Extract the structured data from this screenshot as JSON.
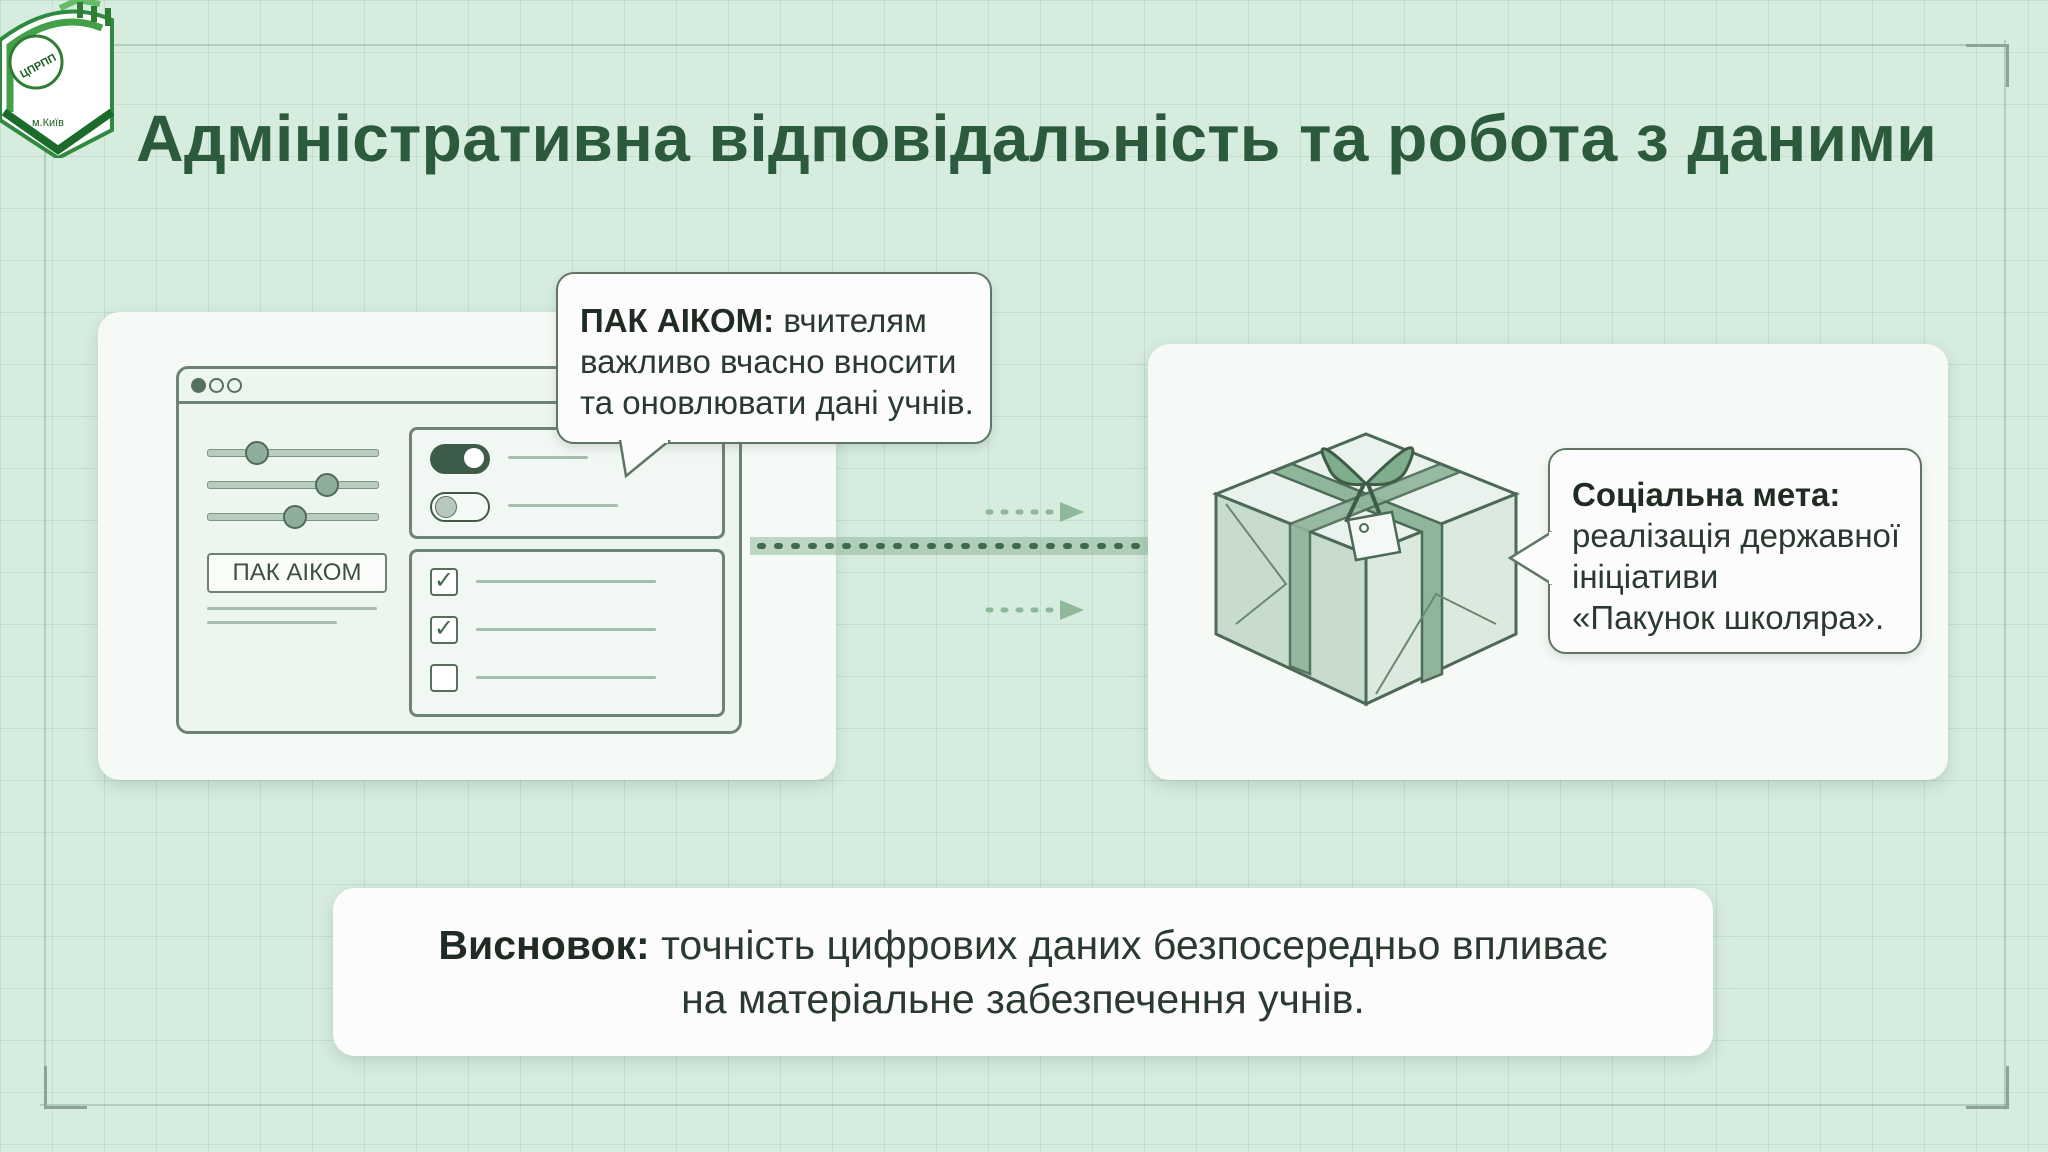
{
  "logo": {
    "circle_text": "ЦПРПП",
    "city_text": "м.Київ"
  },
  "title": "Адміністративна відповідальність та робота з даними",
  "left_bubble": {
    "bold": "ПАК АІКОМ:",
    "text_1": "вчителям",
    "text_2": "важливо вчасно вносити",
    "text_3": "та оновлювати дані учнів."
  },
  "app_window": {
    "button_label": "ПАК АІКОМ"
  },
  "right_bubble": {
    "bold": "Соціальна мета:",
    "text_1": "реалізація державної",
    "text_2": "ініціативи",
    "text_3": "«Пакунок школяра»."
  },
  "conclusion": {
    "bold": "Висновок:",
    "text_1": "точність цифрових даних безпосередньо впливає",
    "text_2": "на матеріальне забезпечення учнів."
  },
  "colors": {
    "background": "#d6ecdf",
    "title": "#2c5a3d",
    "accent": "#5d8a6b",
    "card": "#f6faf7"
  }
}
